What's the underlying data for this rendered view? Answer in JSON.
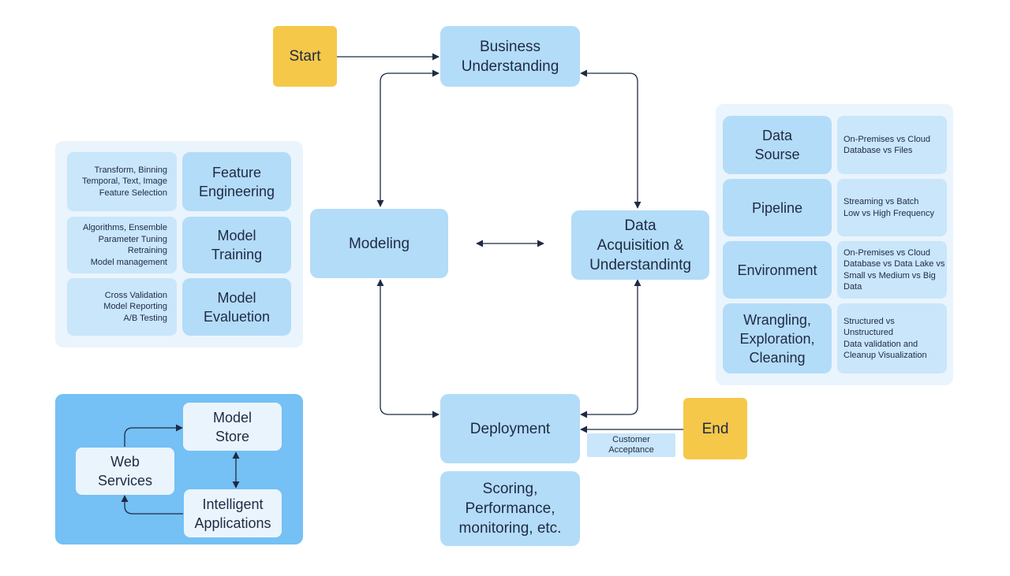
{
  "nodes": {
    "start": "Start",
    "end": "End",
    "business": "Business\nUnderstanding",
    "modeling": "Modeling",
    "acquisition": "Data\nAcquisition &\nUnderstandintg",
    "deployment": "Deployment",
    "scoring": "Scoring,\nPerformance,\nmonitoring, etc.",
    "customer_acceptance": "Customer\nAcceptance"
  },
  "modeling_panel": {
    "feature_engineering": {
      "title": "Feature\nEngineering",
      "details": "Transform, Binning\nTemporal, Text, Image\nFeature Selection"
    },
    "model_training": {
      "title": "Model\nTraining",
      "details": "Algorithms, Ensemble\nParameter Tuning\nRetraining\nModel management"
    },
    "model_evaluation": {
      "title": "Model\nEvaluetion",
      "details": "Cross Validation\nModel Reporting\nA/B Testing"
    }
  },
  "data_panel": {
    "source": {
      "title": "Data\nSourse",
      "details": "On-Premises vs Cloud\nDatabase vs Files"
    },
    "pipeline": {
      "title": "Pipeline",
      "details": "Streaming vs Batch\nLow vs High Frequency"
    },
    "environment": {
      "title": "Environment",
      "details": "On-Premises vs Cloud\nDatabase vs Data Lake vs\nSmall vs Medium vs Big\nData"
    },
    "wrangling": {
      "title": "Wrangling,\nExploration,\nCleaning",
      "details": "Structured vs\nUnstructured\nData validation and\nCleanup Visualization"
    }
  },
  "deploy_panel": {
    "model_store": "Model\nStore",
    "web_services": "Web\nServices",
    "intelligent_apps": "Intelligent\nApplications"
  },
  "colors": {
    "node": "#b3dcf8",
    "start_end": "#f5c84a",
    "panel_light": "#eaf4fd",
    "panel_blue": "#75c0f4",
    "arrow": "#1f2a44"
  }
}
